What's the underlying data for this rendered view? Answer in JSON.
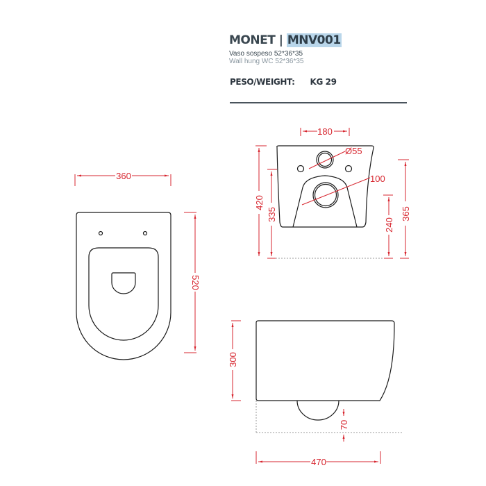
{
  "header": {
    "title_name": "MONET | ",
    "title_code": "MNV001",
    "subtitle_it": "Vaso sospeso  52*36*35",
    "subtitle_en": "Wall hung WC   52*36*35",
    "weight_label": "PESO/WEIGHT:",
    "weight_value": "KG 29"
  },
  "colors": {
    "dimension": "#d7262f",
    "outline": "#1a1a1a",
    "title": "#3a4750",
    "highlight": "#b9d6ea"
  },
  "top_view": {
    "width_dim": "360",
    "length_dim": "520"
  },
  "rear_view": {
    "bolt_spacing_dim": "180",
    "inlet_dia_dim": "Ø55",
    "outlet_dia_dim": "100",
    "height_dim": "420",
    "inlet_height_dim": "335",
    "total_height_dim": "365",
    "outlet_height_dim": "240"
  },
  "side_view": {
    "height_dim": "300",
    "trap_dim": "70",
    "depth_dim": "470"
  }
}
